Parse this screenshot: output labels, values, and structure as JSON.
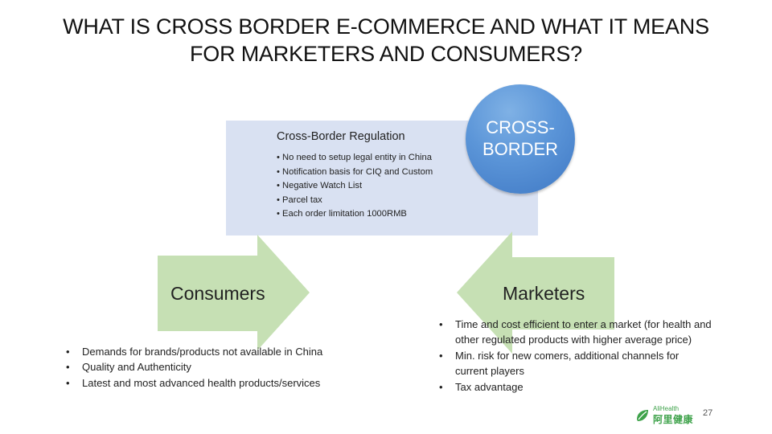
{
  "title": {
    "line1": "WHAT IS CROSS BORDER E-COMMERCE AND WHAT IT MEANS",
    "line2": "FOR MARKETERS AND CONSUMERS?"
  },
  "regulation": {
    "title": "Cross-Border Regulation",
    "items": [
      "No need to setup legal entity in China",
      "Notification basis for CIQ and Custom",
      "Negative Watch List",
      "Parcel tax",
      "Each order limitation 1000RMB"
    ]
  },
  "circle": {
    "line1": "CROSS-",
    "line2": "BORDER"
  },
  "consumers": {
    "label": "Consumers",
    "items": [
      "Demands for brands/products not available in China",
      "Quality and Authenticity",
      "Latest and most advanced health products/services"
    ]
  },
  "marketers": {
    "label": "Marketers",
    "items": [
      "Time and cost efficient to enter a market (for health and other regulated products with higher average price)",
      "Min. risk for new comers, additional channels for current players",
      "Tax advantage"
    ]
  },
  "logo": {
    "en": "AliHealth",
    "cn": "阿里健康"
  },
  "page_number": "27",
  "colors": {
    "regulation_box": "#d9e1f2",
    "arrow_fill": "#c6e0b4",
    "circle_blue": "#5b95d8",
    "logo_green": "#3ea24a"
  }
}
